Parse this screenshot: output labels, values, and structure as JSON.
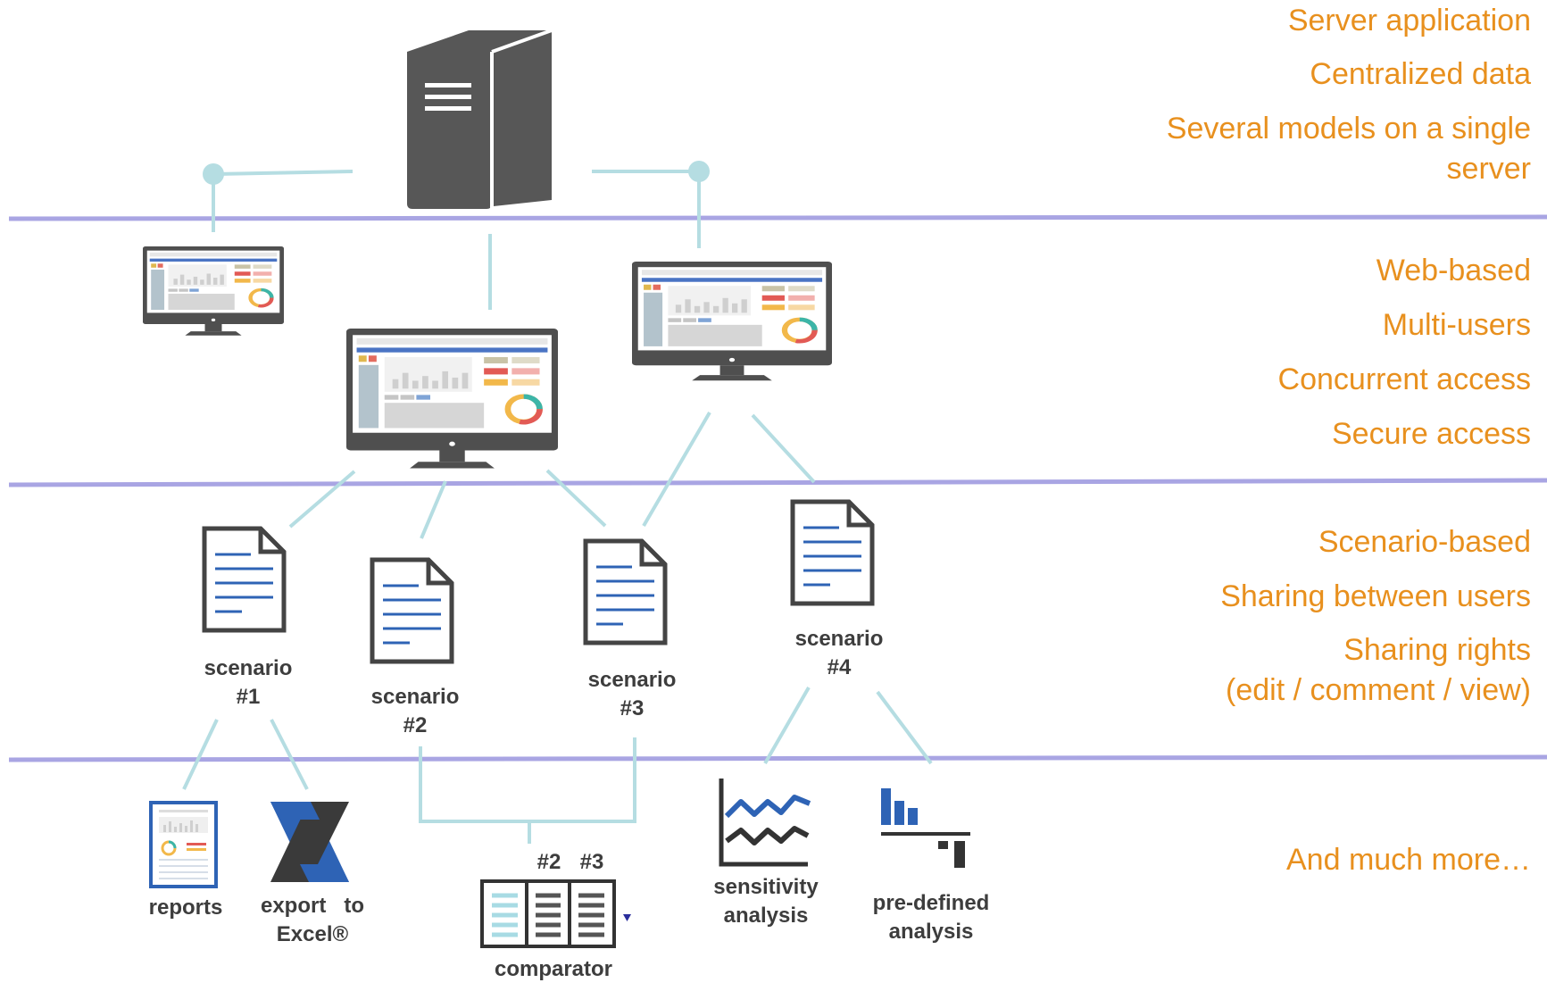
{
  "colors": {
    "accent_text": "#e8901e",
    "divider": "#a9a5e3",
    "connector": "#b5dde2",
    "icon_dark": "#555555",
    "doc_lines": "#2e63b5",
    "label": "#3d3d3d"
  },
  "features": {
    "server": [
      "Server application",
      "Centralized data",
      "Several models on a single",
      "server"
    ],
    "web": [
      "Web-based",
      "Multi-users",
      "Concurrent access",
      "Secure access"
    ],
    "scenario": [
      "Scenario-based",
      "Sharing between users",
      "Sharing rights",
      "(edit / comment / view)"
    ],
    "more": [
      "And much more…"
    ]
  },
  "labels": {
    "scenario1": [
      "scenario",
      "#1"
    ],
    "scenario2": [
      "scenario",
      "#2"
    ],
    "scenario3": [
      "scenario",
      "#3"
    ],
    "scenario4": [
      "scenario",
      "#4"
    ],
    "reports": "reports",
    "export": [
      "export   to",
      "Excel®"
    ],
    "comparator": "comparator",
    "comparator_tags": [
      "#2",
      "#3"
    ],
    "sensitivity": [
      "sensitivity",
      "analysis"
    ],
    "predefined": [
      "pre-defined",
      "analysis"
    ]
  },
  "icons": [
    "server-icon",
    "monitor-icon",
    "document-icon",
    "report-icon",
    "excel-icon",
    "comparator-icon",
    "sensitivity-chart-icon",
    "predefined-chart-icon"
  ]
}
